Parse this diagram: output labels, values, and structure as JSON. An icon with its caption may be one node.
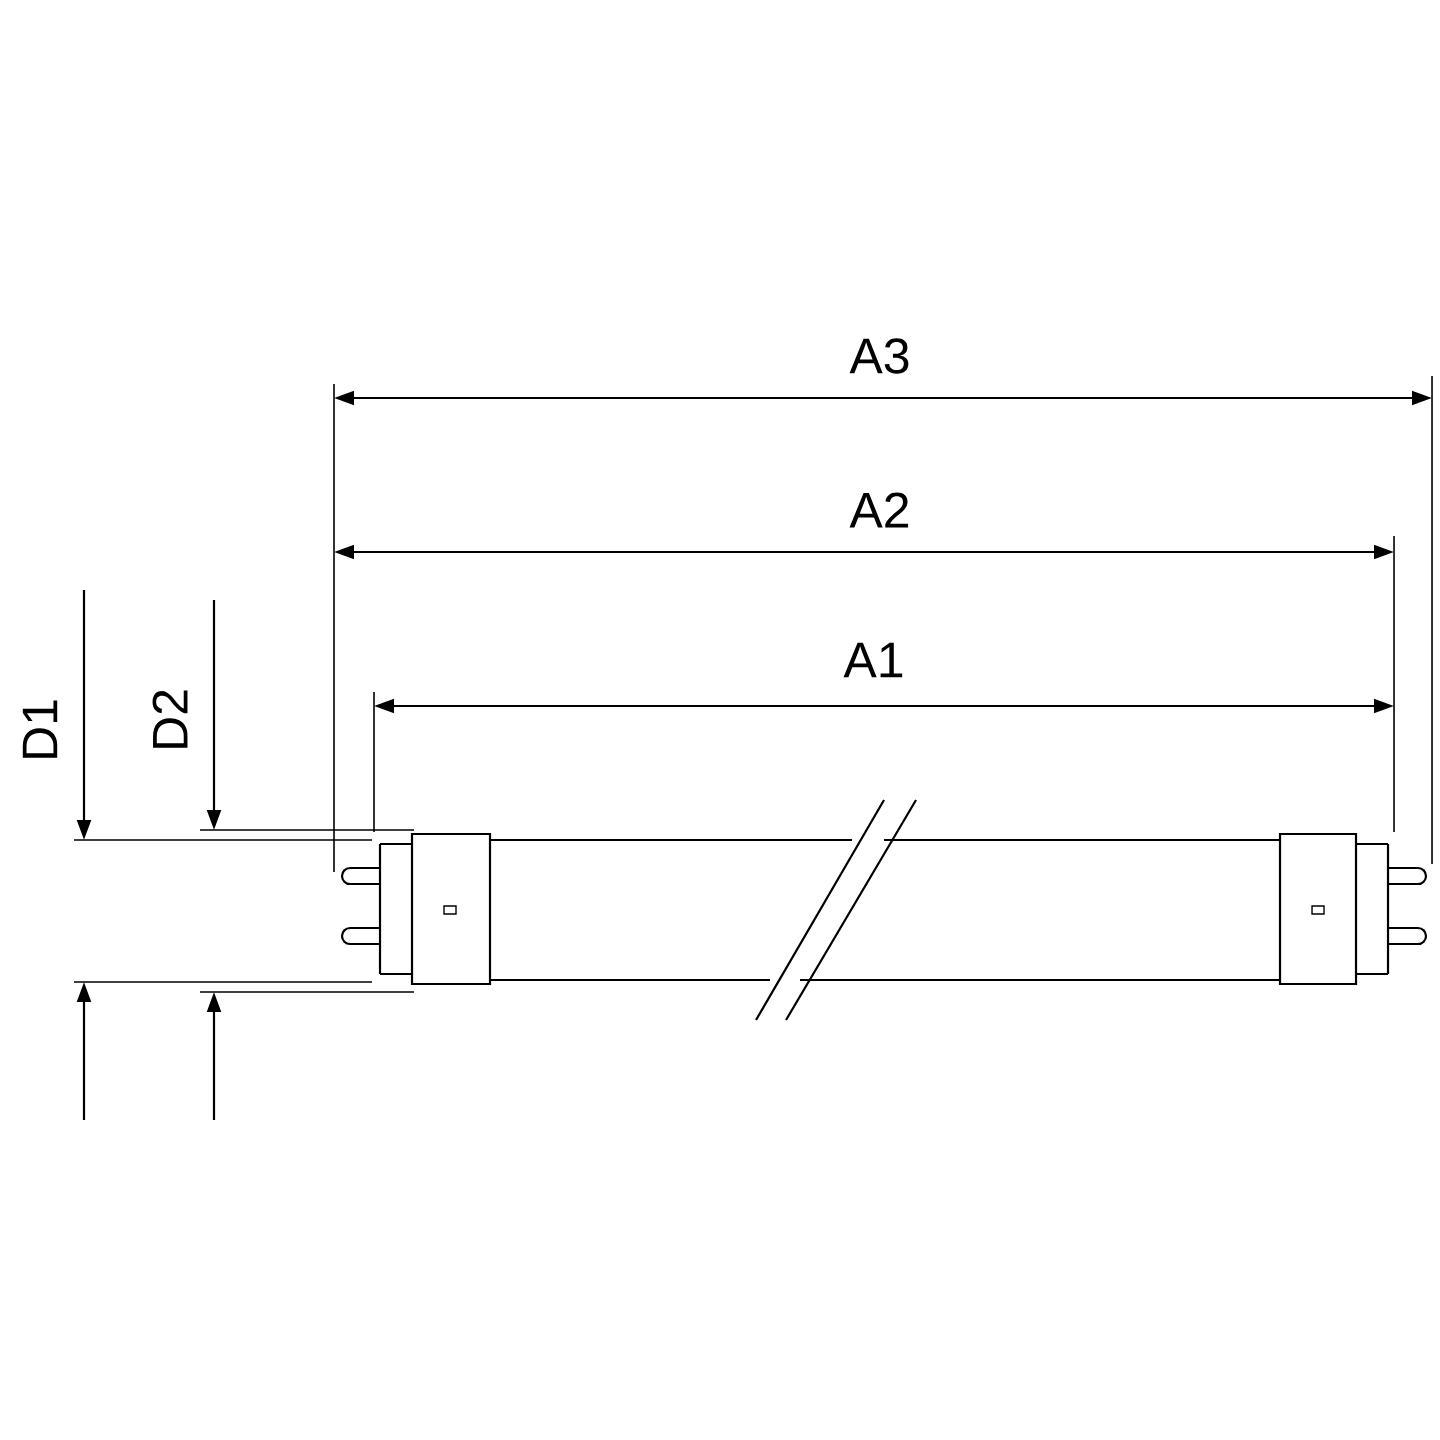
{
  "diagram": {
    "labels": [
      "A3",
      "A2",
      "A1",
      "D1",
      "D2"
    ]
  }
}
